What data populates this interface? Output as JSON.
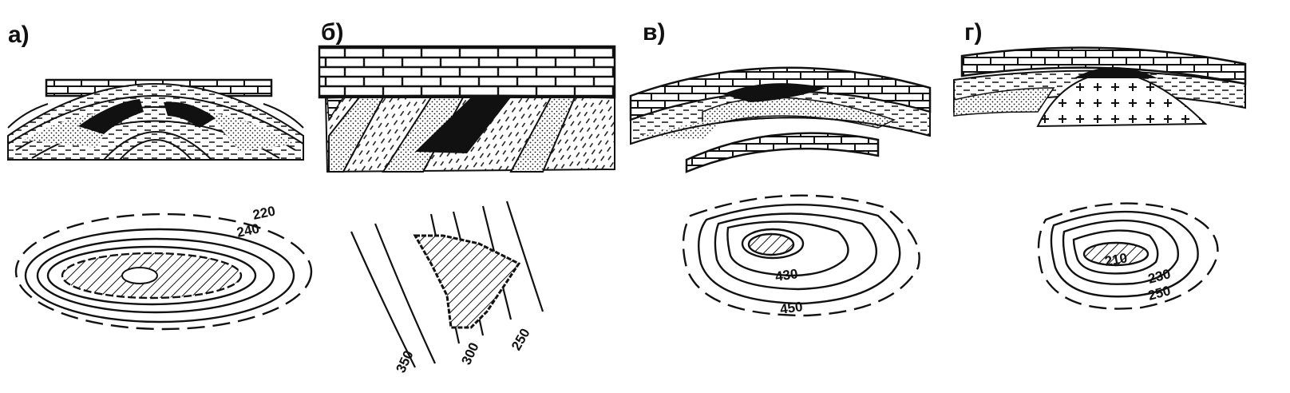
{
  "panels": [
    {
      "letter": "а)",
      "contours": [
        "220",
        "240"
      ]
    },
    {
      "letter": "б)",
      "contours": [
        "350",
        "300",
        "250"
      ]
    },
    {
      "letter": "в)",
      "contours": [
        "430",
        "450"
      ]
    },
    {
      "letter": "г)",
      "contours": [
        "210",
        "230",
        "250"
      ]
    }
  ]
}
